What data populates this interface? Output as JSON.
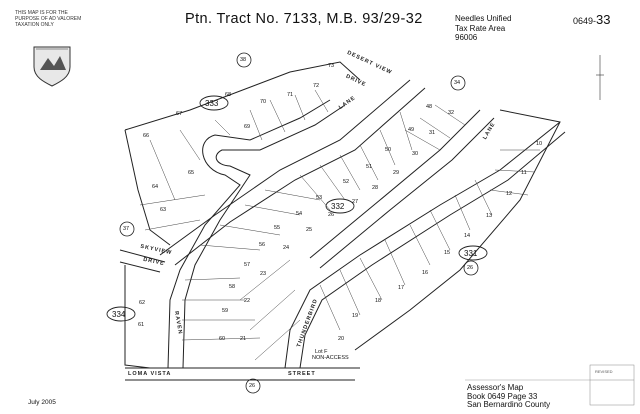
{
  "header": {
    "notice": "THIS MAP IS FOR THE PURPOSE OF AD VALOREM TAXATION ONLY",
    "title": "Ptn. Tract No. 7133, M.B. 93/29-32",
    "rate_area": [
      "Needles Unified",
      "Tax Rate Area",
      "96006"
    ],
    "map_prefix": "0649-",
    "map_page": "33"
  },
  "footer": {
    "date": "July 2005",
    "assessor": [
      "Assessor's Map",
      "Book 0649 Page 33",
      "San Bernardino County"
    ],
    "revised": "REVISED"
  },
  "roads": {
    "desert_view": "DESERT VIEW",
    "drive": "DRIVE",
    "lane_upper": "LANE",
    "lane_right": "LANE",
    "skyview": "SKYVIEW",
    "skyview_drive": "DRIVE",
    "raven": "RAVEN",
    "thunderbird": "THUNDERBIRD",
    "loma_vista": "LOMA VISTA",
    "street": "STREET",
    "lot_f": "Lot F",
    "non_access": "NON-ACCESS"
  },
  "circled_pages": [
    "38",
    "34",
    "37",
    "26",
    "26"
  ],
  "ovals": [
    "333",
    "332",
    "331",
    "334"
  ],
  "lots": [
    "73",
    "72",
    "71",
    "70",
    "69",
    "68",
    "67",
    "66",
    "65",
    "64",
    "63",
    "62",
    "61",
    "60",
    "59",
    "58",
    "57",
    "56",
    "55",
    "54",
    "53",
    "52",
    "51",
    "50",
    "49",
    "48",
    "32",
    "31",
    "30",
    "29",
    "28",
    "27",
    "26",
    "25",
    "24",
    "23",
    "22",
    "21",
    "20",
    "19",
    "18",
    "17",
    "16",
    "15",
    "14",
    "13",
    "12",
    "11",
    "10"
  ]
}
